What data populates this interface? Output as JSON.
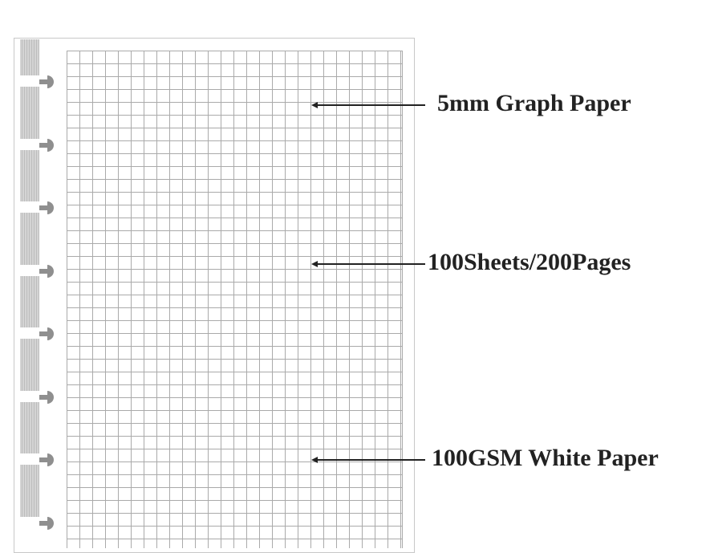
{
  "labels": [
    {
      "text": "5mm Graph Paper"
    },
    {
      "text": "100Sheets/200Pages"
    },
    {
      "text": "100GSM White Paper"
    }
  ],
  "colors": {
    "grid": "#aaaaaa",
    "disc": "#8f8f8f",
    "text": "#222222"
  },
  "disc_count_visible": 8
}
